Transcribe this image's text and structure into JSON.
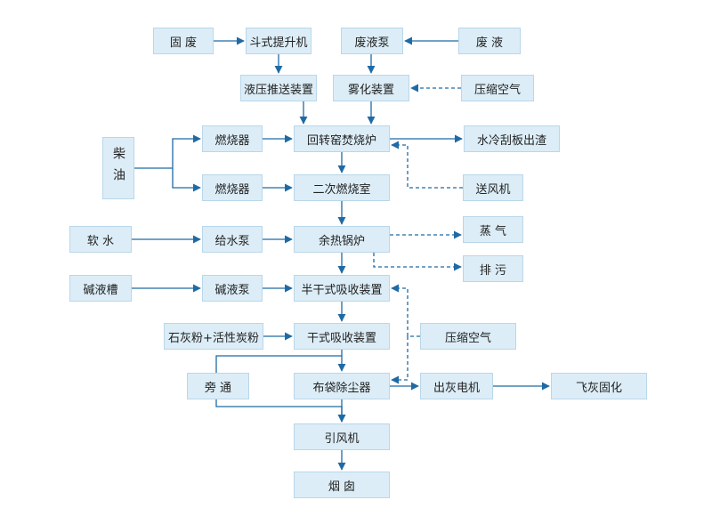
{
  "nodes": {
    "solid_waste": "固 废",
    "bucket_elevator": "斗式提升机",
    "waste_liquid_pump": "废液泵",
    "waste_liquid": "废 液",
    "hydraulic_feeder": "液压推送装置",
    "atomizer": "雾化装置",
    "compressed_air_1": "压缩空气",
    "diesel": "柴油",
    "burner_1": "燃烧器",
    "rotary_kiln": "回转窑焚烧炉",
    "water_cooled_scraper": "水冷刮板出渣",
    "burner_2": "燃烧器",
    "secondary_chamber": "二次燃烧室",
    "blower": "送风机",
    "soft_water": "软 水",
    "feed_pump": "给水泵",
    "waste_heat_boiler": "余热锅炉",
    "steam": "蒸 气",
    "sewage": "排 污",
    "alkali_tank": "碱液槽",
    "alkali_pump": "碱液泵",
    "semi_dry_absorber": "半干式吸收装置",
    "lime_carbon": "石灰粉+活性炭粉",
    "dry_absorber": "干式吸收装置",
    "compressed_air_2": "压缩空气",
    "bypass": "旁 通",
    "bag_filter": "布袋除尘器",
    "ash_motor": "出灰电机",
    "fly_ash_solidify": "飞灰固化",
    "induced_fan": "引风机",
    "chimney": "烟 囱"
  },
  "colors": {
    "box_fill": "#dcedf7",
    "box_border": "#b9d7ea",
    "arrow": "#1f6aa5"
  }
}
